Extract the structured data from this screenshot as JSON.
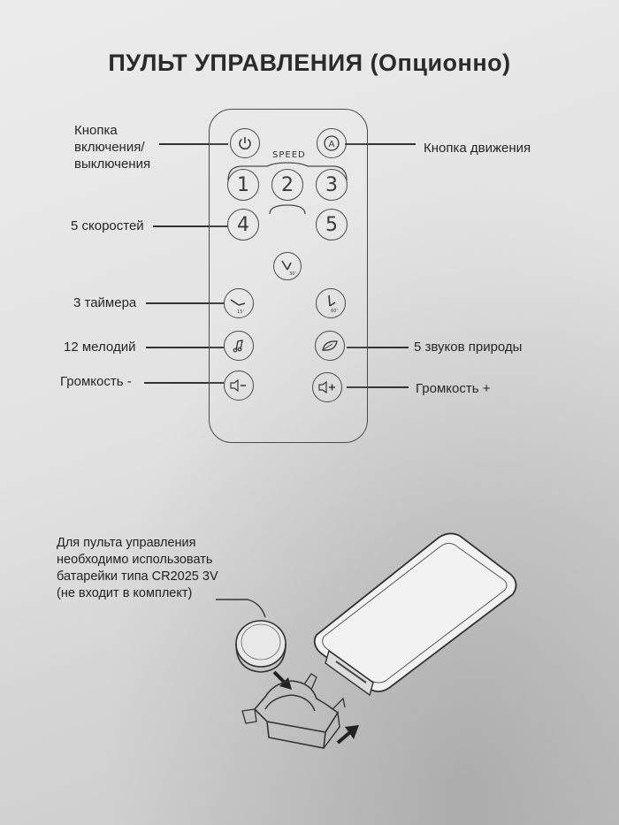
{
  "title": "ПУЛЬТ УПРАВЛЕНИЯ (Опционно)",
  "remote": {
    "speed_label": "SPEED",
    "speed_buttons": [
      "1",
      "2",
      "3",
      "4",
      "5"
    ],
    "timer_labels": [
      "15'",
      "30'",
      "60'"
    ]
  },
  "labels": {
    "power": [
      "Кнопка",
      "включения/",
      "выключения"
    ],
    "motion": "Кнопка движения",
    "speeds": "5 скоростей",
    "timers": "3 таймера",
    "melodies": "12 мелодий",
    "nature": "5 звуков природы",
    "volume_down": "Громкость -",
    "volume_up": "Громкость +"
  },
  "battery_note": [
    "Для пульта управления",
    "необходимо использовать",
    "батарейки типа CR2025 3V",
    "(не входит в комплект)"
  ]
}
